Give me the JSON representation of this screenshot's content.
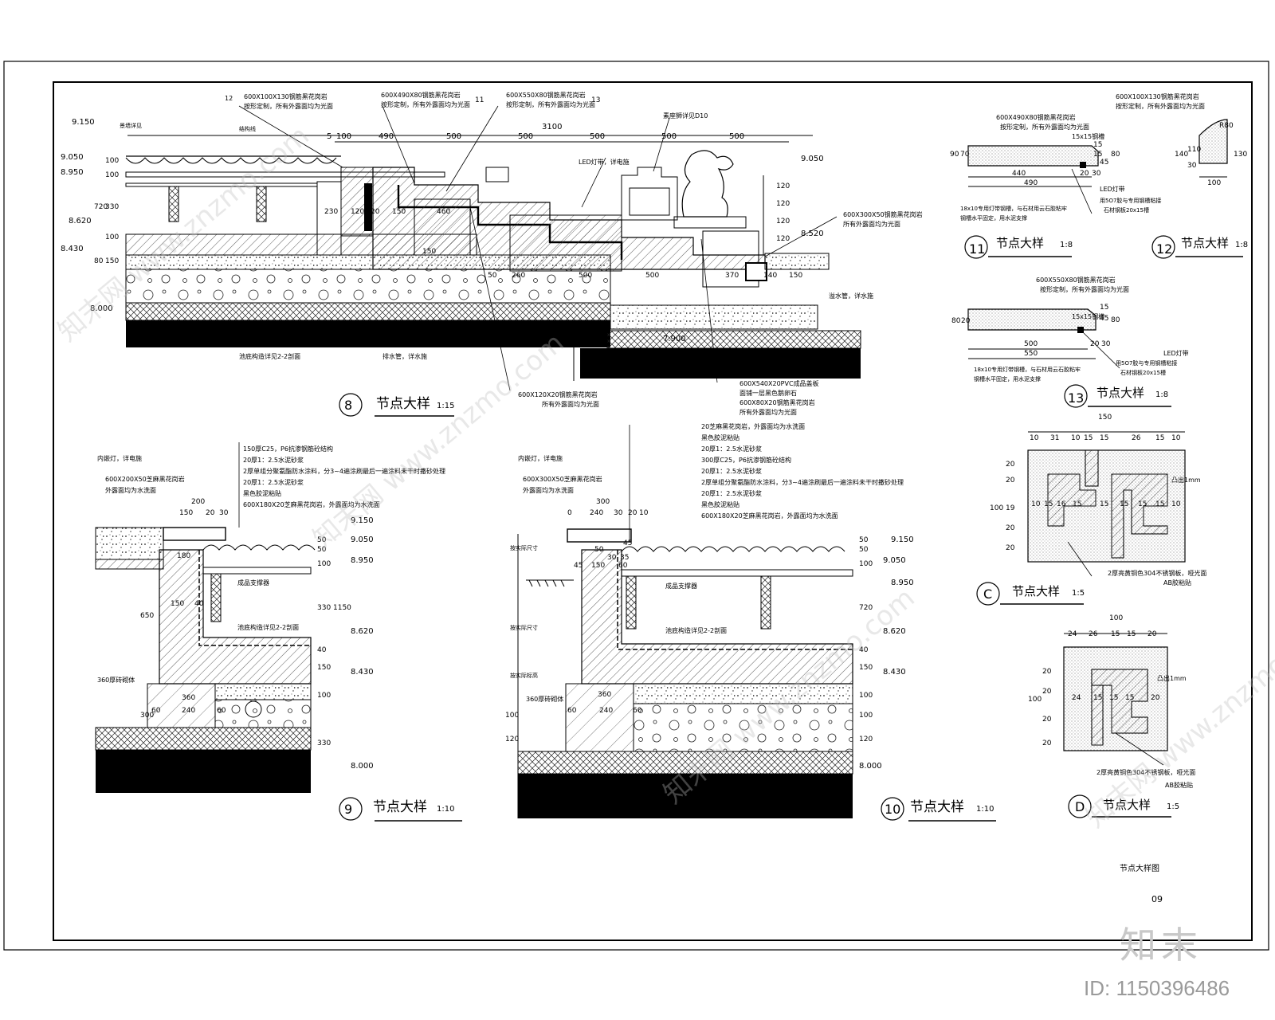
{
  "watermark": {
    "text": "知末网 www.znzmo.com"
  },
  "brand": {
    "logo": "知末",
    "id": "ID: 1150396486"
  },
  "sheet": {
    "title": "节点大样图",
    "number": "09"
  },
  "detail8": {
    "num": "8",
    "title": "节点大样",
    "scale": "1:15",
    "notes": {
      "n12ref": "12",
      "n12": "600X100X130钢筋黑花岗岩",
      "n12b": "按形定制，所有外露面均为光面",
      "n11ref": "11",
      "n11": "600X490X80钢筋黑花岗岩",
      "n11b": "按形定制，所有外露面均为光面",
      "n13ref": "13",
      "n13": "600X550X80钢筋黑花岗岩",
      "n13b": "按形定制，所有外露面均为光面",
      "lion": "素座狮详见D10",
      "led": "LED灯带，详电施",
      "jiegou": "景墙详见",
      "wall": "结构线",
      "c300": "600X300X50钢筋黑花岗岩",
      "c300b": "所有外露面均为光面",
      "pvc": "600X540X20PVC成品盖板",
      "pvcb": "面铺一层黑色鹅卵石",
      "pvcc": "600X80X20钢筋黑花岗岩",
      "pvcd": "所有外露面均为光面",
      "g120": "600X120X20钢筋黑花岗岩",
      "g120b": "所有外露面均为光面",
      "pool": "池底构造详见2-2剖面",
      "drain": "排水管，详水施",
      "drain2": "溢水管，详水施"
    },
    "dims": {
      "top": [
        "5",
        "100",
        "490",
        "500",
        "500",
        "500",
        "500",
        "500"
      ],
      "total": "3100",
      "left": [
        "100",
        "100",
        "330",
        "720",
        "100",
        "150",
        "80"
      ],
      "lv": [
        "9.150",
        "9.050",
        "8.950",
        "8.620",
        "8.430",
        "8.000"
      ],
      "rlv": [
        "9.050",
        "8.520",
        "7.900"
      ],
      "inner": [
        "230",
        "120",
        "20",
        "150",
        "460",
        "260",
        "500",
        "500",
        "370",
        "140",
        "150",
        "120",
        "120",
        "120",
        "120",
        "150",
        "50"
      ]
    }
  },
  "detail9": {
    "num": "9",
    "title": "节点大样",
    "scale": "1:10",
    "notes": [
      "150厚C25，P6抗渗钢筋砼结构",
      "20厚1：2.5水泥砂浆",
      "2厚单组分聚氨酯防水涂料，分3~4遍涂刷最后一遍涂料未干时撒砂处理",
      "20厚1：2.5水泥砂浆",
      "黑色胶泥粘贴",
      "600X180X20芝麻黑花岗岩，外露面均为水洗面"
    ],
    "lamp": "内嵌灯，详电施",
    "cap": "600X200X50芝麻黑花岗岩",
    "capb": "外露面均为水洗面",
    "support": "成品支撑器",
    "pool": "池底构造详见2-2剖面",
    "wall": "360厚砖砌体",
    "dims": {
      "top": [
        "200",
        "150",
        "20",
        "30"
      ],
      "left": [
        "650",
        "300",
        "180",
        "150",
        "40",
        "360",
        "240",
        "60",
        "60"
      ],
      "right": [
        "50",
        "50",
        "100",
        "330",
        "40",
        "150",
        "100",
        "330",
        "1150"
      ],
      "lv": [
        "9.150",
        "9.050",
        "8.950",
        "8.620",
        "8.430",
        "8.000"
      ]
    }
  },
  "detail10": {
    "num": "10",
    "title": "节点大样",
    "scale": "1:10",
    "notes": [
      "20芝麻黑花岗岩，外露面均为水洗面",
      "黑色胶泥粘贴",
      "20厚1：2.5水泥砂浆",
      "300厚C25，P6抗渗钢筋砼结构",
      "20厚1：2.5水泥砂浆",
      "2厚单组分聚氨酯防水涂料，分3~4遍涂刷最后一遍涂料未干时撒砂处理",
      "20厚1：2.5水泥砂浆",
      "黑色胶泥粘贴",
      "600X180X20芝麻黑花岗岩，外露面均为水洗面"
    ],
    "lamp": "内嵌灯，详电施",
    "cap": "600X300X50芝麻黑花岗岩",
    "capb": "外露面均为水洗面",
    "support": "成品支撑器",
    "pool": "池底构造详见2-2剖面",
    "wall": "360厚砖砌体",
    "side1": "按实际尺寸",
    "side2": "按实际尺寸",
    "side3": "按实际标高",
    "dims": {
      "top": [
        "0",
        "240",
        "30",
        "20",
        "10",
        "300"
      ],
      "right": [
        "50",
        "50",
        "100",
        "720",
        "40",
        "150",
        "100",
        "100",
        "120"
      ],
      "lv": [
        "9.150",
        "9.050",
        "8.950",
        "8.620",
        "8.430",
        "8.000"
      ],
      "inner": [
        "50",
        "45",
        "150",
        "60",
        "360",
        "240",
        "60",
        "30",
        "35",
        "100",
        "120",
        "60",
        "45"
      ]
    }
  },
  "detail11": {
    "num": "11",
    "title": "节点大样",
    "scale": "1:8",
    "n1": "600X490X80钢筋黑花岗岩",
    "n1b": "按形定制，所有外露面均为光面",
    "groove": "15x15钢槽",
    "led": "LED灯带",
    "pipe": "18x10专用灯带钢槽，与石材用云石胶粘牢",
    "pipeb": "钢槽水平固定，用水泥支撑",
    "cut": "用5O7胶与专用钢槽粘接",
    "cutb": "石材钢板20x15槽",
    "dims": [
      "440",
      "490",
      "20",
      "30",
      "90",
      "70",
      "15",
      "15",
      "45",
      "80"
    ]
  },
  "detail12": {
    "num": "12",
    "title": "节点大样",
    "scale": "1:8",
    "n1": "600X100X130钢筋黑花岗岩",
    "n1b": "按形定制，所有外露面均为光面",
    "dims": [
      "100",
      "130",
      "140",
      "110",
      "30",
      "R80"
    ]
  },
  "detail13": {
    "num": "13",
    "title": "节点大样",
    "scale": "1:8",
    "n1": "600X550X80钢筋黑花岗岩",
    "n1b": "按形定制，所有外露面均为光面",
    "groove": "15x15钢槽",
    "led": "LED灯带",
    "pipe": "18x10专用灯带钢槽，与石材用云石胶粘牢",
    "pipeb": "钢槽水平固定，用水泥支撑",
    "cut": "用5O7胶与专用钢槽粘接",
    "cutb": "石材钢板20x15槽",
    "dims": [
      "500",
      "550",
      "20",
      "30",
      "80",
      "15",
      "45",
      "20",
      "80"
    ]
  },
  "detailC": {
    "num": "C",
    "title": "节点大样",
    "scale": "1:5",
    "mark": "凸出1mm",
    "note": "2厚亮黄铜色304不锈钢板，哑光面",
    "noteb": "AB胶粘贴",
    "dims": [
      "150",
      "10",
      "31",
      "10",
      "15",
      "15",
      "26",
      "15",
      "10",
      "100",
      "20",
      "20",
      "19",
      "20",
      "20",
      "10",
      "15",
      "16",
      "15",
      "15",
      "15",
      "15",
      "15",
      "10"
    ]
  },
  "detailD": {
    "num": "D",
    "title": "节点大样",
    "scale": "1:5",
    "mark": "凸出1mm",
    "note": "2厚亮黄铜色304不锈钢板，哑光面",
    "noteb": "AB胶粘贴",
    "dims": [
      "100",
      "24",
      "26",
      "15",
      "15",
      "20",
      "100",
      "20",
      "20",
      "20",
      "20",
      "24",
      "15",
      "15",
      "15",
      "20"
    ]
  }
}
